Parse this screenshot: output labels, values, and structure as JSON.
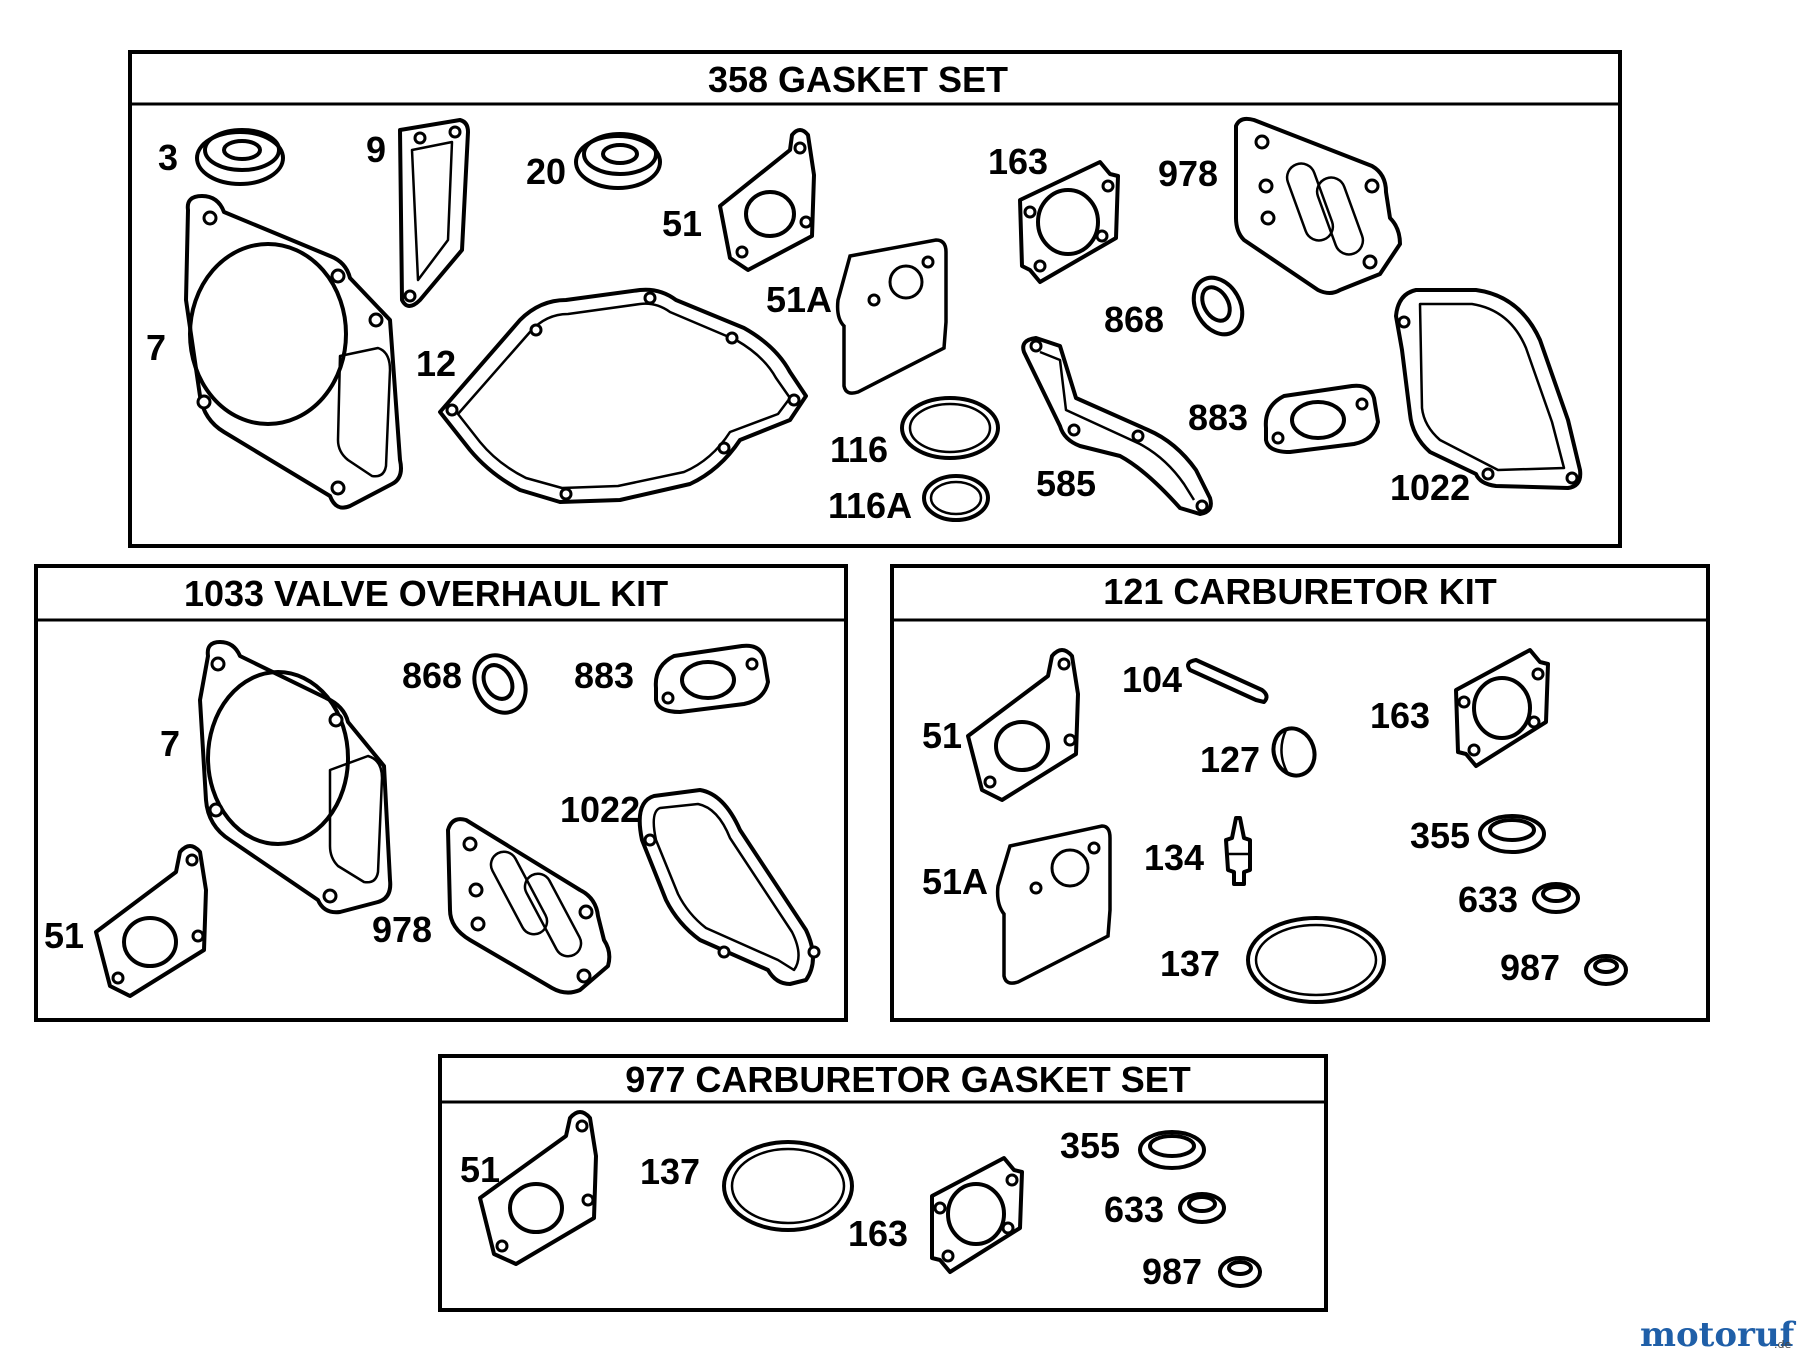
{
  "kits": [
    {
      "title": "358 GASKET SET",
      "parts": [
        "3",
        "9",
        "20",
        "51",
        "163",
        "978",
        "7",
        "12",
        "51A",
        "868",
        "116",
        "116A",
        "585",
        "883",
        "1022"
      ]
    },
    {
      "title": "1033 VALVE OVERHAUL KIT",
      "parts": [
        "7",
        "868",
        "883",
        "1022",
        "51",
        "978"
      ]
    },
    {
      "title": "121 CARBURETOR KIT",
      "parts": [
        "51",
        "104",
        "127",
        "163",
        "51A",
        "134",
        "355",
        "633",
        "137",
        "987"
      ]
    },
    {
      "title": "977 CARBURETOR  GASKET SET",
      "parts": [
        "51",
        "137",
        "163",
        "355",
        "633",
        "987"
      ]
    }
  ],
  "watermark": {
    "brand": "motoruf",
    "domain": ".de"
  },
  "colors": {
    "ink": "#000000",
    "paper": "#ffffff",
    "watermark_m": "#c0392b",
    "watermark_o": "#1f5fa8",
    "watermark_t": "#2e8b3a",
    "watermark_r": "#d48a12",
    "watermark_u": "#7a3fa0",
    "watermark_f": "#1f5fa8"
  }
}
